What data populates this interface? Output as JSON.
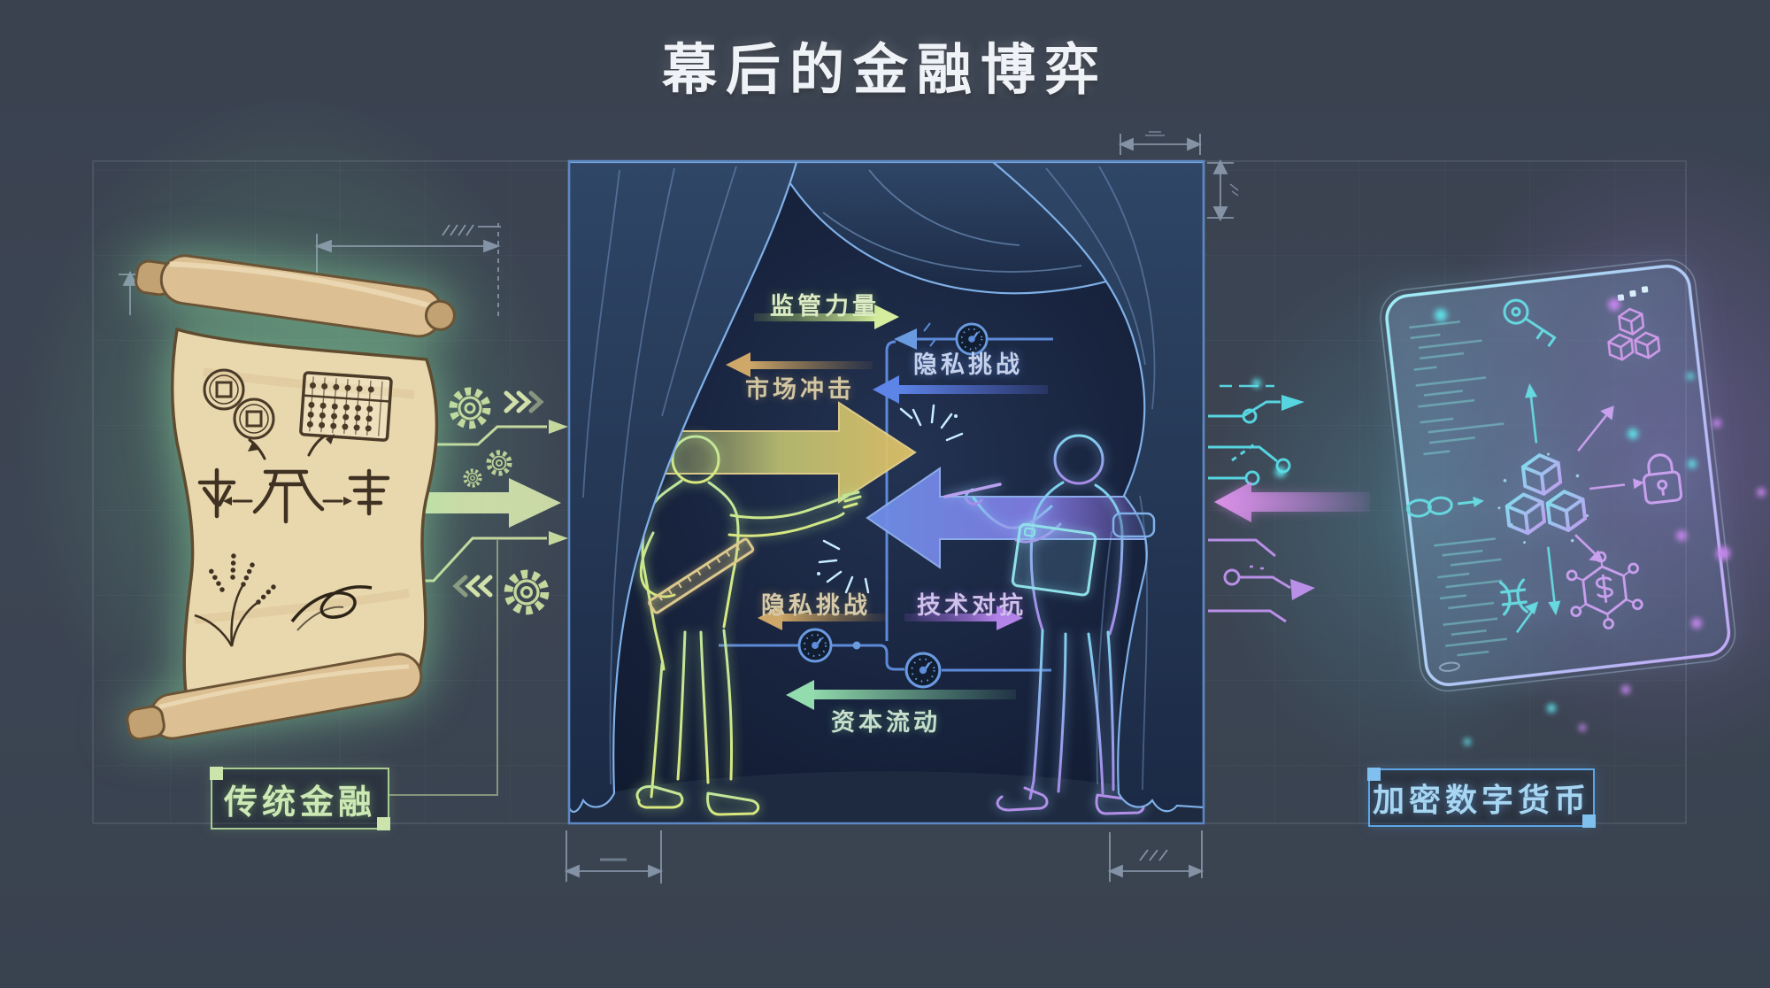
{
  "title": "幕后的金融博弈",
  "left_section": {
    "label": "传统金融",
    "scroll_icons": [
      "ancient-coin-icon",
      "abacus-icon",
      "ancient-script-sketch",
      "rice-plant-icon",
      "silk-ribbon-icon"
    ],
    "connector_icons": [
      "gear-icon",
      "chevrons-right-icon",
      "chevrons-left-icon",
      "flow-arrow-right"
    ]
  },
  "center_section": {
    "flow_labels": {
      "regulation_power": "监管力量",
      "market_shock": "市场冲击",
      "privacy_challenge_top": "隐私挑战",
      "privacy_challenge_bottom": "隐私挑战",
      "tech_confrontation": "技术对抗",
      "capital_flow": "资本流动"
    },
    "stage_icons": [
      "gauge-icon",
      "left-figure-pointing",
      "right-figure-clipboard",
      "collision-arrows",
      "curtains"
    ]
  },
  "right_section": {
    "label": "加密数字货币",
    "screen_icons": [
      "key-icon",
      "blockchain-cubes-icon",
      "chain-link-icon",
      "lock-icon",
      "dollar-network-icon",
      "currency-glyph-icon",
      "code-lines"
    ],
    "connector_icons": [
      "circuit-trace",
      "node-dot",
      "arrow-left-pink",
      "arrow-right-purple",
      "arrow-right-cyan"
    ]
  },
  "colors": {
    "background": "#3b4553",
    "title_text": "#eff2f6",
    "traditional_accent": "#c6e3a6",
    "crypto_accent": "#8fd0f0",
    "gold_arrow": "#d8b860",
    "blue_arrow": "#5d7fe0",
    "purple_arrow": "#a878e0",
    "green_arrow": "#9ed9a8",
    "tan_arrow": "#c9a96b",
    "stage_border": "#6b95cc",
    "parchment": "#e9d7ae",
    "glow_green": "#8fe0a0",
    "glow_purple": "#b184e4"
  }
}
